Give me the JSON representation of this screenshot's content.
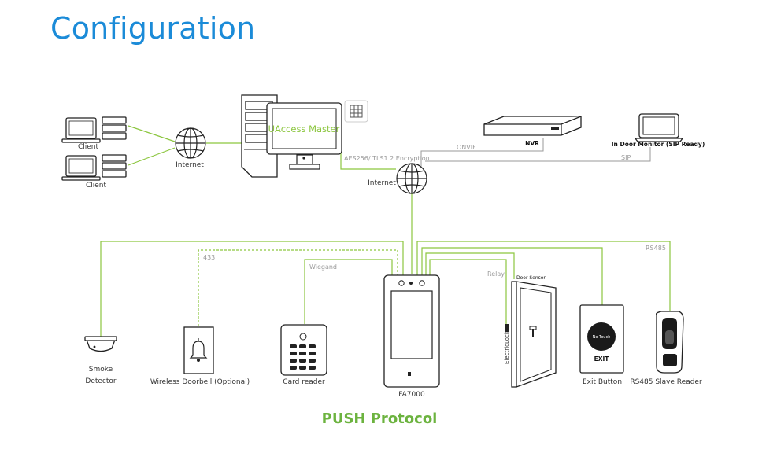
{
  "title": "Configuration",
  "footer": "PUSH Protocol",
  "labels": {
    "client1": "Client",
    "client2": "Client",
    "internet_left": "Internet",
    "software": "UAccess Master",
    "encryption": "AES256/ TLS1.2 Encryption",
    "internet_center": "Internet",
    "onvif": "ONVIF",
    "nvr": "NVR",
    "indoor_monitor": "In Door Monitor (SIP Ready)",
    "sip": "SIP",
    "rs485": "RS485",
    "smoke_detector_1": "Smoke",
    "smoke_detector_2": "Detector",
    "freq_433": "433",
    "doorbell": "Wireless Doorbell (Optional)",
    "wiegand": "Wiegand",
    "card_reader": "Card reader",
    "device": "FA7000",
    "relay": "Relay",
    "door_sensor": "Door Sensor",
    "electric_lock": "ElectricLock",
    "exit_button_title": "EXIT",
    "no_touch": "No Touch",
    "exit_button": "Exit Button",
    "slave_reader": "RS485 Slave Reader"
  },
  "colors": {
    "title": "#1b8bd8",
    "line_green": "#8cc63f",
    "line_gray": "#9a9a9a",
    "footer": "#6cb33f"
  }
}
